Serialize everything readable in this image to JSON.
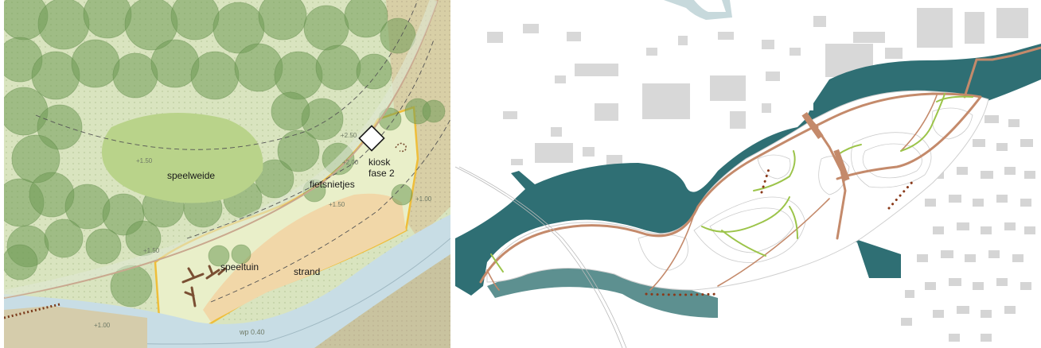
{
  "left_map": {
    "labels": {
      "speelweide": "speelweide",
      "fietsnietjes": "fietsnietjes",
      "kiosk": "kiosk",
      "fase": "fase 2",
      "speeltuin": "speeltuin",
      "strand": "strand",
      "waterlevel": "wp 0.40"
    },
    "levels": {
      "lawn": "+1.50",
      "path_high": "+2.50",
      "path_mid": "+2.00",
      "beach_top": "+1.50",
      "right_edge": "+1.00",
      "bottom_left": "+1.00",
      "forest": "+1.50"
    },
    "colors": {
      "forest_canopy": "#6f9a55",
      "lawn": "#b9d38a",
      "beach": "#f1d7a8",
      "meadow": "#e7eec5",
      "water": "#c8dde5",
      "border": "#f0c040",
      "playground": "#7a4f33"
    }
  },
  "right_map": {
    "colors": {
      "river": "#2f6f74",
      "river_light": "#4f8a8a",
      "path": "#c48a6b",
      "green_path": "#9cc44a",
      "dots": "#8a3a1a",
      "buildings": "#d5d5d5"
    }
  }
}
